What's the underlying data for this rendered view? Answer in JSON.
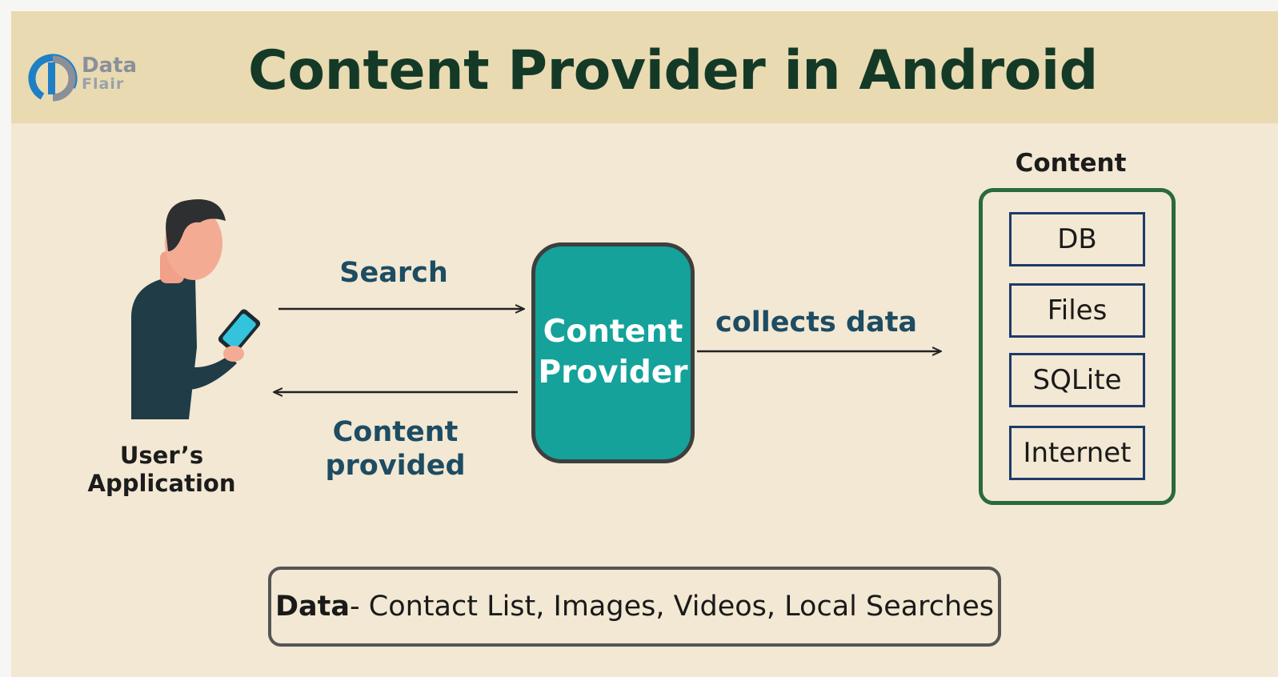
{
  "header": {
    "title": "Content Provider in Android",
    "logo": {
      "line1": "Data",
      "line2": "Flair"
    }
  },
  "user": {
    "label_line1": "User’s",
    "label_line2": "Application"
  },
  "provider": {
    "line1": "Content",
    "line2": "Provider"
  },
  "arrows": {
    "search": "Search",
    "content_provided_line1": "Content",
    "content_provided_line2": "provided",
    "collects": "collects data"
  },
  "content": {
    "heading": "Content",
    "items": [
      "DB",
      "Files",
      "SQLite",
      "Internet"
    ]
  },
  "data_note": {
    "label": "Data",
    "text": " - Contact List, Images, Videos, Local Searches"
  },
  "colors": {
    "background": "#f2e8d3",
    "header_band": "#e9dab2",
    "title": "#143a27",
    "provider_fill": "#14a29a",
    "label_blue": "#1d4c63",
    "content_border": "#2a6b3a",
    "item_border": "#1d3a6a"
  }
}
